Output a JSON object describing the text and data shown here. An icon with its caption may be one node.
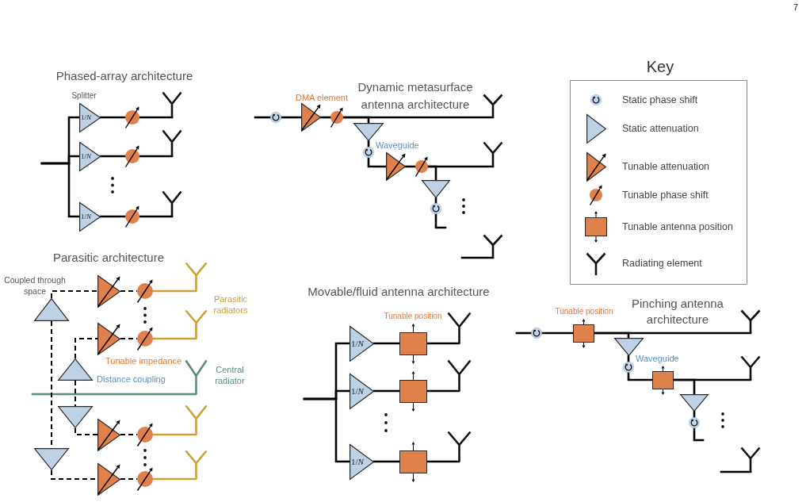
{
  "diagram": {
    "nodes": [
      {
        "text": [
          "1/*N*"
        ],
        "beside": [
          "Splitter"
        ]
      },
      {
        "text": [],
        "shape": "circle"
      },
      {
        "text": [],
        "shape": "antenna"
      },
      {
        "text": [
          "1/*N*"
        ]
      },
      {
        "text": [],
        "shape": "circle"
      },
      {
        "text": [],
        "shape": "antenna"
      },
      {
        "text": [
          "1/*N*"
        ]
      },
      {
        "text": [],
        "shape": "circle"
      },
      {
        "text": [],
        "shape": "antenna"
      },
      {
        "text": [],
        "shape": "circle"
      },
      {
        "text": [],
        "shape": "triangle"
      },
      {
        "text": [],
        "shape": "circle"
      },
      {
        "text": [],
        "shape": "antenna"
      },
      {
        "text": [],
        "shape": "triangle"
      },
      {
        "text": [],
        "shape": "circle"
      },
      {
        "text": [],
        "shape": "triangle"
      },
      {
        "text": [],
        "shape": "circle"
      },
      {
        "text": [],
        "shape": "antenna"
      },
      {
        "text": [],
        "shape": "triangle"
      },
      {
        "text": [],
        "shape": "circle"
      },
      {
        "text": [],
        "shape": "antenna"
      },
      {
        "text": [],
        "shape": "triangle"
      },
      {
        "text": [],
        "shape": "triangle"
      },
      {
        "text": [],
        "shape": "circle"
      },
      {
        "text": [],
        "shape": "antenna"
      },
      {
        "text": [],
        "shape": "triangle"
      },
      {
        "text": [],
        "shape": "triangle"
      },
      {
        "text": [],
        "shape": "circle"
      },
      {
        "text": [],
        "shape": "antenna"
      },
      {
        "text": [],
        "shape": "antenna"
      },
      {
        "text": [],
        "shape": "triangle"
      },
      {
        "text": [],
        "shape": "triangle"
      },
      {
        "text": [],
        "shape": "circle"
      },
      {
        "text": [],
        "shape": "antenna"
      },
      {
        "text": [],
        "shape": "triangle"
      },
      {
        "text": [],
        "shape": "triangle"
      },
      {
        "text": [],
        "shape": "circle"
      },
      {
        "text": [],
        "shape": "antenna"
      },
      {
        "text": [
          "1/*N*"
        ]
      },
      {
        "text": [],
        "shape": "box"
      },
      {
        "text": [],
        "shape": "antenna"
      },
      {
        "text": [
          "1/*N*"
        ]
      },
      {
        "text": [],
        "shape": "box"
      },
      {
        "text": [],
        "shape": "antenna"
      },
      {
        "text": [
          "1/*N*"
        ]
      },
      {
        "text": [],
        "shape": "box"
      },
      {
        "text": [],
        "shape": "antenna"
      },
      {
        "text": [],
        "shape": "circle"
      },
      {
        "text": [],
        "shape": "box"
      },
      {
        "text": [],
        "shape": "antenna"
      },
      {
        "text": [],
        "shape": "triangle"
      },
      {
        "text": [],
        "shape": "circle"
      },
      {
        "text": [],
        "shape": "box"
      },
      {
        "text": [],
        "shape": "antenna"
      },
      {
        "text": [],
        "shape": "triangle"
      },
      {
        "text": [],
        "shape": "circle"
      },
      {
        "text": [],
        "shape": "antenna"
      }
    ],
    "edges": [
      {
        "from": null,
        "to": 0,
        "arrow": "none"
      },
      {
        "from": null,
        "to": 3,
        "arrow": "none"
      },
      {
        "from": null,
        "to": 6,
        "arrow": "none"
      },
      {
        "from": 0,
        "to": 1,
        "arrow": "none"
      },
      {
        "from": 1,
        "to": 2,
        "arrow": "none"
      },
      {
        "from": 3,
        "to": 4,
        "arrow": "none"
      },
      {
        "from": 4,
        "to": 5,
        "arrow": "none"
      },
      {
        "from": 6,
        "to": 7,
        "arrow": "none"
      },
      {
        "from": 7,
        "to": 8,
        "arrow": "none"
      },
      {
        "from": null,
        "to": 9,
        "arrow": "none"
      },
      {
        "from": 9,
        "to": 10,
        "arrow": "none"
      },
      {
        "from": 10,
        "to": 11,
        "arrow": "none"
      },
      {
        "from": 11,
        "to": 12,
        "arrow": "none"
      },
      {
        "from": 11,
        "to": 13,
        "arrow": "none"
      },
      {
        "from": 13,
        "to": 14,
        "arrow": "none"
      },
      {
        "from": 14,
        "to": 15,
        "arrow": "none"
      },
      {
        "from": 15,
        "to": 16,
        "arrow": "none"
      },
      {
        "from": 16,
        "to": 17,
        "arrow": "none"
      },
      {
        "from": 16,
        "to": 18,
        "arrow": "none"
      },
      {
        "from": 18,
        "to": 19,
        "arrow": "none"
      },
      {
        "from": 19,
        "to": null,
        "arrow": "none"
      },
      {
        "from": null,
        "to": 20,
        "arrow": "none"
      },
      {
        "from": 21,
        "to": 22,
        "arrow": "none",
        "style": "dashed"
      },
      {
        "from": 22,
        "to": 23,
        "arrow": "none",
        "style": "dashed"
      },
      {
        "from": 23,
        "to": 24,
        "arrow": "none",
        "color": "#c9a23a"
      },
      {
        "from": 25,
        "to": 26,
        "arrow": "none",
        "style": "dashed"
      },
      {
        "from": 26,
        "to": 27,
        "arrow": "none",
        "style": "dashed"
      },
      {
        "from": 27,
        "to": 28,
        "arrow": "none",
        "color": "#c9a23a"
      },
      {
        "from": null,
        "to": 29,
        "arrow": "none",
        "color": "#5a8c7e"
      },
      {
        "from": 21,
        "to": 34,
        "arrow": "none",
        "style": "dashed"
      },
      {
        "from": 25,
        "to": 30,
        "arrow": "none",
        "style": "dashed"
      },
      {
        "from": 30,
        "to": 31,
        "arrow": "none",
        "style": "dashed"
      },
      {
        "from": 31,
        "to": 32,
        "arrow": "none",
        "style": "dashed"
      },
      {
        "from": 32,
        "to": 33,
        "arrow": "none",
        "color": "#c9a23a"
      },
      {
        "from": 34,
        "to": 35,
        "arrow": "none",
        "style": "dashed"
      },
      {
        "from": 35,
        "to": 36,
        "arrow": "none",
        "style": "dashed"
      },
      {
        "from": 36,
        "to": 37,
        "arrow": "none",
        "color": "#c9a23a"
      },
      {
        "from": null,
        "to": 38,
        "arrow": "none"
      },
      {
        "from": null,
        "to": 41,
        "arrow": "none"
      },
      {
        "from": null,
        "to": 44,
        "arrow": "none"
      },
      {
        "from": 38,
        "to": 39,
        "arrow": "none"
      },
      {
        "from": 39,
        "to": 40,
        "arrow": "none"
      },
      {
        "from": 41,
        "to": 42,
        "arrow": "none"
      },
      {
        "from": 42,
        "to": 43,
        "arrow": "none"
      },
      {
        "from": 44,
        "to": 45,
        "arrow": "none"
      },
      {
        "from": 45,
        "to": 46,
        "arrow": "none"
      },
      {
        "from": null,
        "to": 47,
        "arrow": "none"
      },
      {
        "from": 47,
        "to": 48,
        "arrow": "none"
      },
      {
        "from": 48,
        "to": 49,
        "arrow": "none"
      },
      {
        "from": 48,
        "to": 50,
        "arrow": "none"
      },
      {
        "from": 50,
        "to": 51,
        "arrow": "none"
      },
      {
        "from": 51,
        "to": 52,
        "arrow": "none"
      },
      {
        "from": 52,
        "to": 53,
        "arrow": "none"
      },
      {
        "from": 52,
        "to": 54,
        "arrow": "none"
      },
      {
        "from": 54,
        "to": 55,
        "arrow": "none"
      },
      {
        "from": 55,
        "to": null,
        "arrow": "none"
      },
      {
        "from": null,
        "to": 56,
        "arrow": "none"
      }
    ],
    "labels": [
      "7",
      "Phased-array architecture",
      "Dynamic metasurface antenna architecture",
      "DMA element",
      "Waveguide",
      "Key",
      "Parasitic architecture",
      "Coupled through space",
      "Parasitic radiators",
      "Tunable impedance",
      "Distance coupling",
      "Central radiator",
      "Movable/fluid antenna architecture",
      "Tunable position",
      "Pinching antenna architecture",
      "Tunable position",
      "Waveguide"
    ],
    "legend": [
      {
        "text": "Static phase shift"
      },
      {
        "text": "Static attenuation"
      },
      {
        "text": "Tunable attenuation"
      },
      {
        "text": "Tunable phase shift"
      },
      {
        "text": "Tunable antenna position"
      },
      {
        "text": "Radiating element"
      }
    ]
  }
}
